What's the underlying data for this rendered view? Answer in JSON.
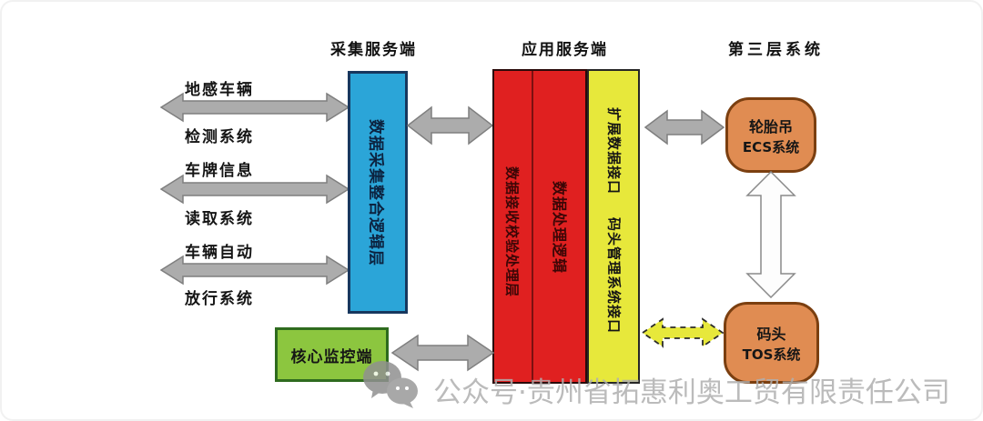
{
  "headers": {
    "collection": "采集服务端",
    "application": "应用服务端",
    "third_layer": "第三层系统"
  },
  "left_systems": [
    {
      "top": "地感车辆",
      "bottom": "检测系统"
    },
    {
      "top": "车牌信息",
      "bottom": "读取系统"
    },
    {
      "top": "车辆自动",
      "bottom": "放行系统"
    }
  ],
  "columns": {
    "blue_layer": "数据采集整合逻辑层",
    "red_receive_layer": "数据接收校验处理层",
    "red_process_logic": "数据处理逻辑",
    "ext_data_interface": "扩展数据接口",
    "tos_interface": "码头管理系统接口"
  },
  "nodes": {
    "ecs": {
      "line1": "轮胎吊",
      "line2": "ECS系统"
    },
    "tos": {
      "line1": "码头",
      "line2": "TOS系统"
    },
    "core_monitor": "核心监控端"
  },
  "watermark": {
    "text": "公众号·贵州省拓惠利奥工贸有限责任公司"
  },
  "colors": {
    "blue": "#2BA5D8",
    "red": "#E02020",
    "yellow": "#E7E83B",
    "orange": "#E08C52",
    "green": "#8CC63F",
    "arrowgray": "#ACACAC",
    "wmgray": "#B0B0B0"
  }
}
